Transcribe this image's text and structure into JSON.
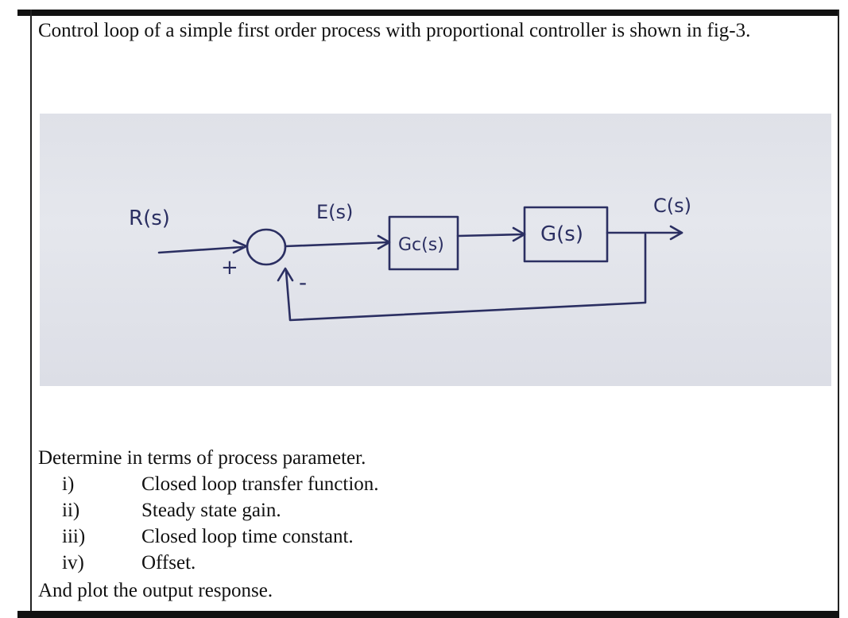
{
  "intro": "Control loop of a simple first order process with proportional controller is shown in fig-3.",
  "diagram": {
    "labels": {
      "input": "R(s)",
      "error": "E(s)",
      "controller": "Gc(s)",
      "plant": "G(s)",
      "output": "C(s)",
      "plus": "+",
      "minus": "-"
    }
  },
  "question": {
    "prompt": "Determine in terms of process parameter.",
    "items": [
      {
        "num": "i)",
        "text": "Closed loop transfer function."
      },
      {
        "num": "ii)",
        "text": "Steady state gain."
      },
      {
        "num": "iii)",
        "text": "Closed loop time constant."
      },
      {
        "num": "iv)",
        "text": "Offset."
      }
    ],
    "closing": "And plot the output response."
  }
}
